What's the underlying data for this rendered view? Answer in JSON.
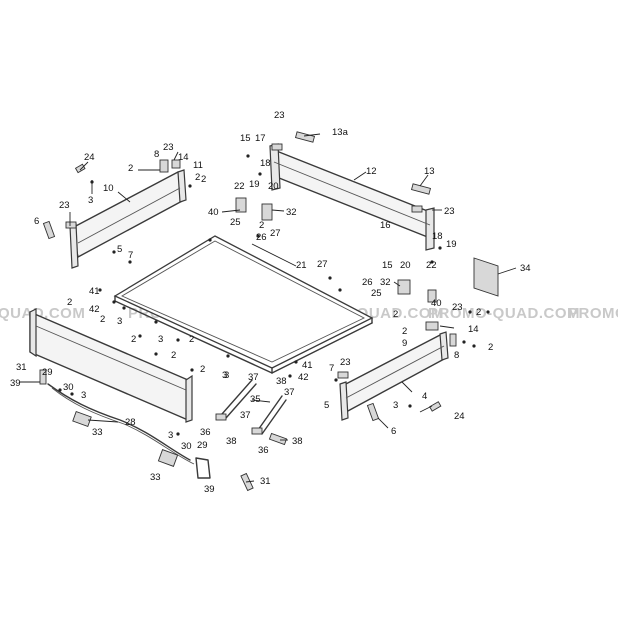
{
  "watermark": {
    "segments": [
      "QUAD.COM",
      "PROMO-QUAD.COM",
      "PROMO-QUAD.COM",
      "PROMO-QUAD.COM",
      "PROMO"
    ]
  },
  "callouts": [
    {
      "id": "c1",
      "text": "24"
    },
    {
      "id": "c2",
      "text": "2"
    },
    {
      "id": "c3",
      "text": "8"
    },
    {
      "id": "c4",
      "text": "23"
    },
    {
      "id": "c5",
      "text": "14"
    },
    {
      "id": "c6",
      "text": "11"
    },
    {
      "id": "c7",
      "text": "2"
    },
    {
      "id": "c8",
      "text": "10"
    },
    {
      "id": "c9",
      "text": "3"
    },
    {
      "id": "c10",
      "text": "23"
    },
    {
      "id": "c11",
      "text": "6"
    },
    {
      "id": "c12",
      "text": "5"
    },
    {
      "id": "c13",
      "text": "7"
    },
    {
      "id": "c14",
      "text": "41"
    },
    {
      "id": "c15",
      "text": "2"
    },
    {
      "id": "c16",
      "text": "42"
    },
    {
      "id": "c17",
      "text": "2"
    },
    {
      "id": "c18",
      "text": "3"
    },
    {
      "id": "c19",
      "text": "2"
    },
    {
      "id": "c20",
      "text": "3"
    },
    {
      "id": "c21",
      "text": "2"
    },
    {
      "id": "c22",
      "text": "2"
    },
    {
      "id": "c23",
      "text": "3"
    },
    {
      "id": "c24",
      "text": "2"
    },
    {
      "id": "c25",
      "text": "31"
    },
    {
      "id": "c26",
      "text": "29"
    },
    {
      "id": "c27",
      "text": "39"
    },
    {
      "id": "c28",
      "text": "30"
    },
    {
      "id": "c29",
      "text": "3"
    },
    {
      "id": "c30",
      "text": "28"
    },
    {
      "id": "c31",
      "text": "33"
    },
    {
      "id": "c32",
      "text": "3"
    },
    {
      "id": "c33",
      "text": "30"
    },
    {
      "id": "c34",
      "text": "29"
    },
    {
      "id": "c35",
      "text": "33"
    },
    {
      "id": "c36",
      "text": "39"
    },
    {
      "id": "c37",
      "text": "31"
    },
    {
      "id": "c38",
      "text": "23"
    },
    {
      "id": "c39",
      "text": "13a"
    },
    {
      "id": "c40",
      "text": "15"
    },
    {
      "id": "c41",
      "text": "17"
    },
    {
      "id": "c42",
      "text": "18"
    },
    {
      "id": "c43",
      "text": "12"
    },
    {
      "id": "c44",
      "text": "22"
    },
    {
      "id": "c45",
      "text": "19"
    },
    {
      "id": "c46",
      "text": "20"
    },
    {
      "id": "c47",
      "text": "13"
    },
    {
      "id": "c48",
      "text": "40"
    },
    {
      "id": "c49",
      "text": "32"
    },
    {
      "id": "c50",
      "text": "23"
    },
    {
      "id": "c51",
      "text": "25"
    },
    {
      "id": "c52",
      "text": "2"
    },
    {
      "id": "c53",
      "text": "26"
    },
    {
      "id": "c54",
      "text": "27"
    },
    {
      "id": "c55",
      "text": "16"
    },
    {
      "id": "c56",
      "text": "18"
    },
    {
      "id": "c57",
      "text": "15"
    },
    {
      "id": "c58",
      "text": "20"
    },
    {
      "id": "c59",
      "text": "19"
    },
    {
      "id": "c60",
      "text": "22"
    },
    {
      "id": "c61",
      "text": "21"
    },
    {
      "id": "c62",
      "text": "27"
    },
    {
      "id": "c63",
      "text": "26"
    },
    {
      "id": "c64",
      "text": "25"
    },
    {
      "id": "c65",
      "text": "34"
    },
    {
      "id": "c66",
      "text": "32"
    },
    {
      "id": "c67",
      "text": "2"
    },
    {
      "id": "c68",
      "text": "40"
    },
    {
      "id": "c69",
      "text": "23"
    },
    {
      "id": "c70",
      "text": "2"
    },
    {
      "id": "c71",
      "text": "14"
    },
    {
      "id": "c72",
      "text": "9"
    },
    {
      "id": "c73",
      "text": "2"
    },
    {
      "id": "c74",
      "text": "2"
    },
    {
      "id": "c75",
      "text": "8"
    },
    {
      "id": "c76",
      "text": "41"
    },
    {
      "id": "c77",
      "text": "42"
    },
    {
      "id": "c78",
      "text": "3"
    },
    {
      "id": "c79",
      "text": "37"
    },
    {
      "id": "c80",
      "text": "38"
    },
    {
      "id": "c81",
      "text": "35"
    },
    {
      "id": "c82",
      "text": "37"
    },
    {
      "id": "c83",
      "text": "36"
    },
    {
      "id": "c84",
      "text": "38"
    },
    {
      "id": "c85",
      "text": "37"
    },
    {
      "id": "c86",
      "text": "36"
    },
    {
      "id": "c87",
      "text": "38"
    },
    {
      "id": "c88",
      "text": "7"
    },
    {
      "id": "c89",
      "text": "23"
    },
    {
      "id": "c90",
      "text": "5"
    },
    {
      "id": "c91",
      "text": "4"
    },
    {
      "id": "c92",
      "text": "3"
    },
    {
      "id": "c93",
      "text": "24"
    },
    {
      "id": "c94",
      "text": "6"
    },
    {
      "id": "c95",
      "text": "2"
    }
  ]
}
